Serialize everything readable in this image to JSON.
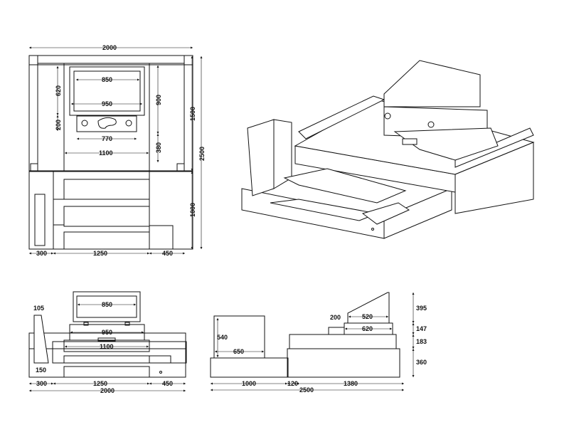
{
  "plan_view": {
    "dims": {
      "overall_width": "2000",
      "inner_850": "850",
      "inner_950": "950",
      "height_620": "620",
      "height_200": "200",
      "width_770": "770",
      "width_1100": "1100",
      "height_900": "900",
      "height_380": "380",
      "depth_1500": "1500",
      "depth_2500": "2500",
      "depth_1000": "1000",
      "left_300": "300",
      "mid_1250": "1250",
      "right_450": "450"
    }
  },
  "front_view": {
    "dims": {
      "post_105": "105",
      "top_850": "850",
      "mid_950": "950",
      "base_1100": "1100",
      "step_150": "150",
      "left_300": "300",
      "mid_1250": "1250",
      "right_450": "450",
      "overall_2000": "2000"
    }
  },
  "side_view": {
    "dims": {
      "post_540": "540",
      "post_650": "650",
      "top_200": "200",
      "top_520": "520",
      "top_620": "620",
      "h_395": "395",
      "h_147": "147",
      "h_183": "183",
      "h_360": "360",
      "len_1000": "1000",
      "len_120": "120",
      "len_1380": "1380",
      "overall_2500": "2500"
    }
  }
}
